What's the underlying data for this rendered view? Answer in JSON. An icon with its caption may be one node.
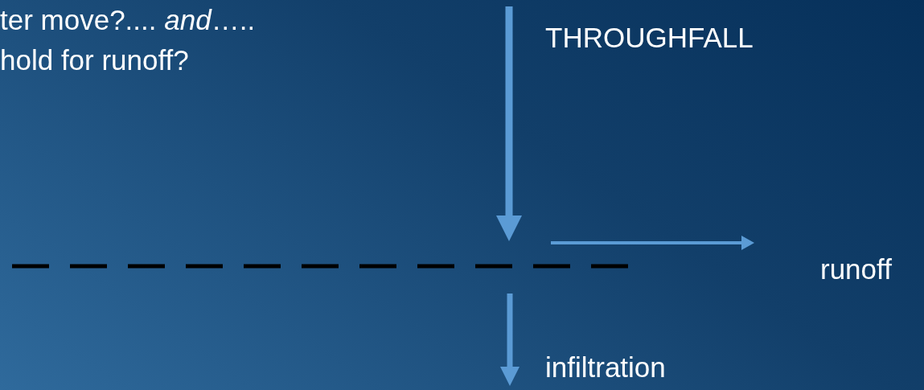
{
  "diagram": {
    "labels": [
      "ter move?.... *and*….. hold for runoff?",
      "THROUGHFALL",
      "runoff",
      "infiltration"
    ]
  }
}
